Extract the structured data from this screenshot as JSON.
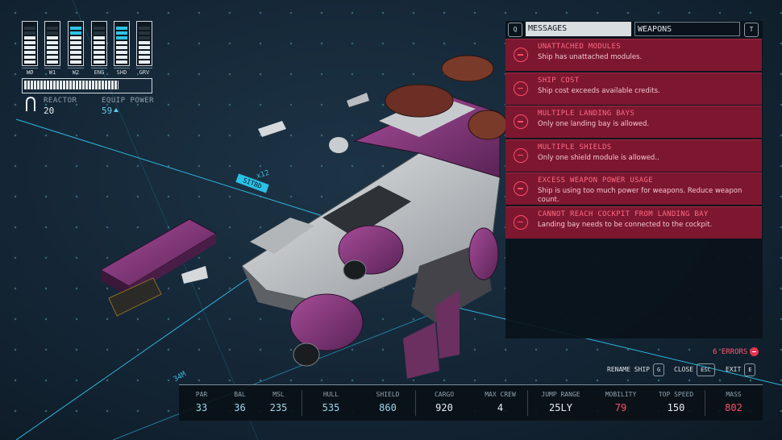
{
  "power": {
    "columns": [
      {
        "label": "WØ",
        "filled": 6,
        "highlight": 0
      },
      {
        "label": "W1",
        "filled": 6,
        "highlight": 0
      },
      {
        "label": "W2",
        "filled": 8,
        "highlight": 2
      },
      {
        "label": "ENG",
        "filled": 6,
        "highlight": 0
      },
      {
        "label": "SHD",
        "filled": 8,
        "highlight": 3
      },
      {
        "label": "GRV",
        "filled": 5,
        "highlight": 0
      }
    ],
    "reactor_label": "REACTOR",
    "reactor_value": "20",
    "equip_label": "EQUIP POWER",
    "equip_value": "59"
  },
  "panel": {
    "tab_left_key": "Q",
    "tab_messages": "MESSAGES",
    "tab_weapons": "WEAPONS",
    "tab_right_key": "T",
    "messages": [
      {
        "title": "UNATTACHED MODULES",
        "desc": "Ship has unattached modules."
      },
      {
        "title": "SHIP COST",
        "desc": "Ship cost exceeds available credits."
      },
      {
        "title": "MULTIPLE LANDING BAYS",
        "desc": "Only one landing bay is allowed."
      },
      {
        "title": "MULTIPLE SHIELDS",
        "desc": "Only one shield module is allowed.."
      },
      {
        "title": "EXCESS WEAPON POWER USAGE",
        "desc": "Ship is using too much power for weapons. Reduce weapon count."
      },
      {
        "title": "CANNOT REACH COCKPIT FROM LANDING BAY",
        "desc": "Landing bay needs to be connected to the cockpit."
      }
    ]
  },
  "errors": "6 ERRORS",
  "actions": {
    "rename": "RENAME SHIP",
    "rename_key": "G",
    "close": "CLOSE",
    "close_key": "ESC",
    "exit": "EXIT",
    "exit_key": "E"
  },
  "stats": [
    {
      "label": "PAR",
      "value": "33",
      "style": "blue"
    },
    {
      "label": "BAL",
      "value": "36",
      "style": "blue"
    },
    {
      "label": "MSL",
      "value": "235",
      "style": "blue"
    },
    {
      "label": "HULL",
      "value": "535",
      "style": "blue"
    },
    {
      "label": "SHIELD",
      "value": "860",
      "style": "blue"
    },
    {
      "label": "CARGO",
      "value": "920",
      "style": "normal"
    },
    {
      "label": "MAX CREW",
      "value": "4",
      "style": "normal"
    },
    {
      "label": "JUMP RANGE",
      "value": "25LY",
      "style": "normal"
    },
    {
      "label": "MOBILITY",
      "value": "79",
      "style": "red"
    },
    {
      "label": "TOP SPEED",
      "value": "150",
      "style": "normal"
    },
    {
      "label": "MASS",
      "value": "802",
      "style": "red"
    }
  ],
  "scene": {
    "ship_tag": "SITBD",
    "axis_x": "x12",
    "axis_y": "34M"
  },
  "colors": {
    "accent": "#29c1e8",
    "error_bg": "#7d1730",
    "error_text": "#ff4d67"
  }
}
